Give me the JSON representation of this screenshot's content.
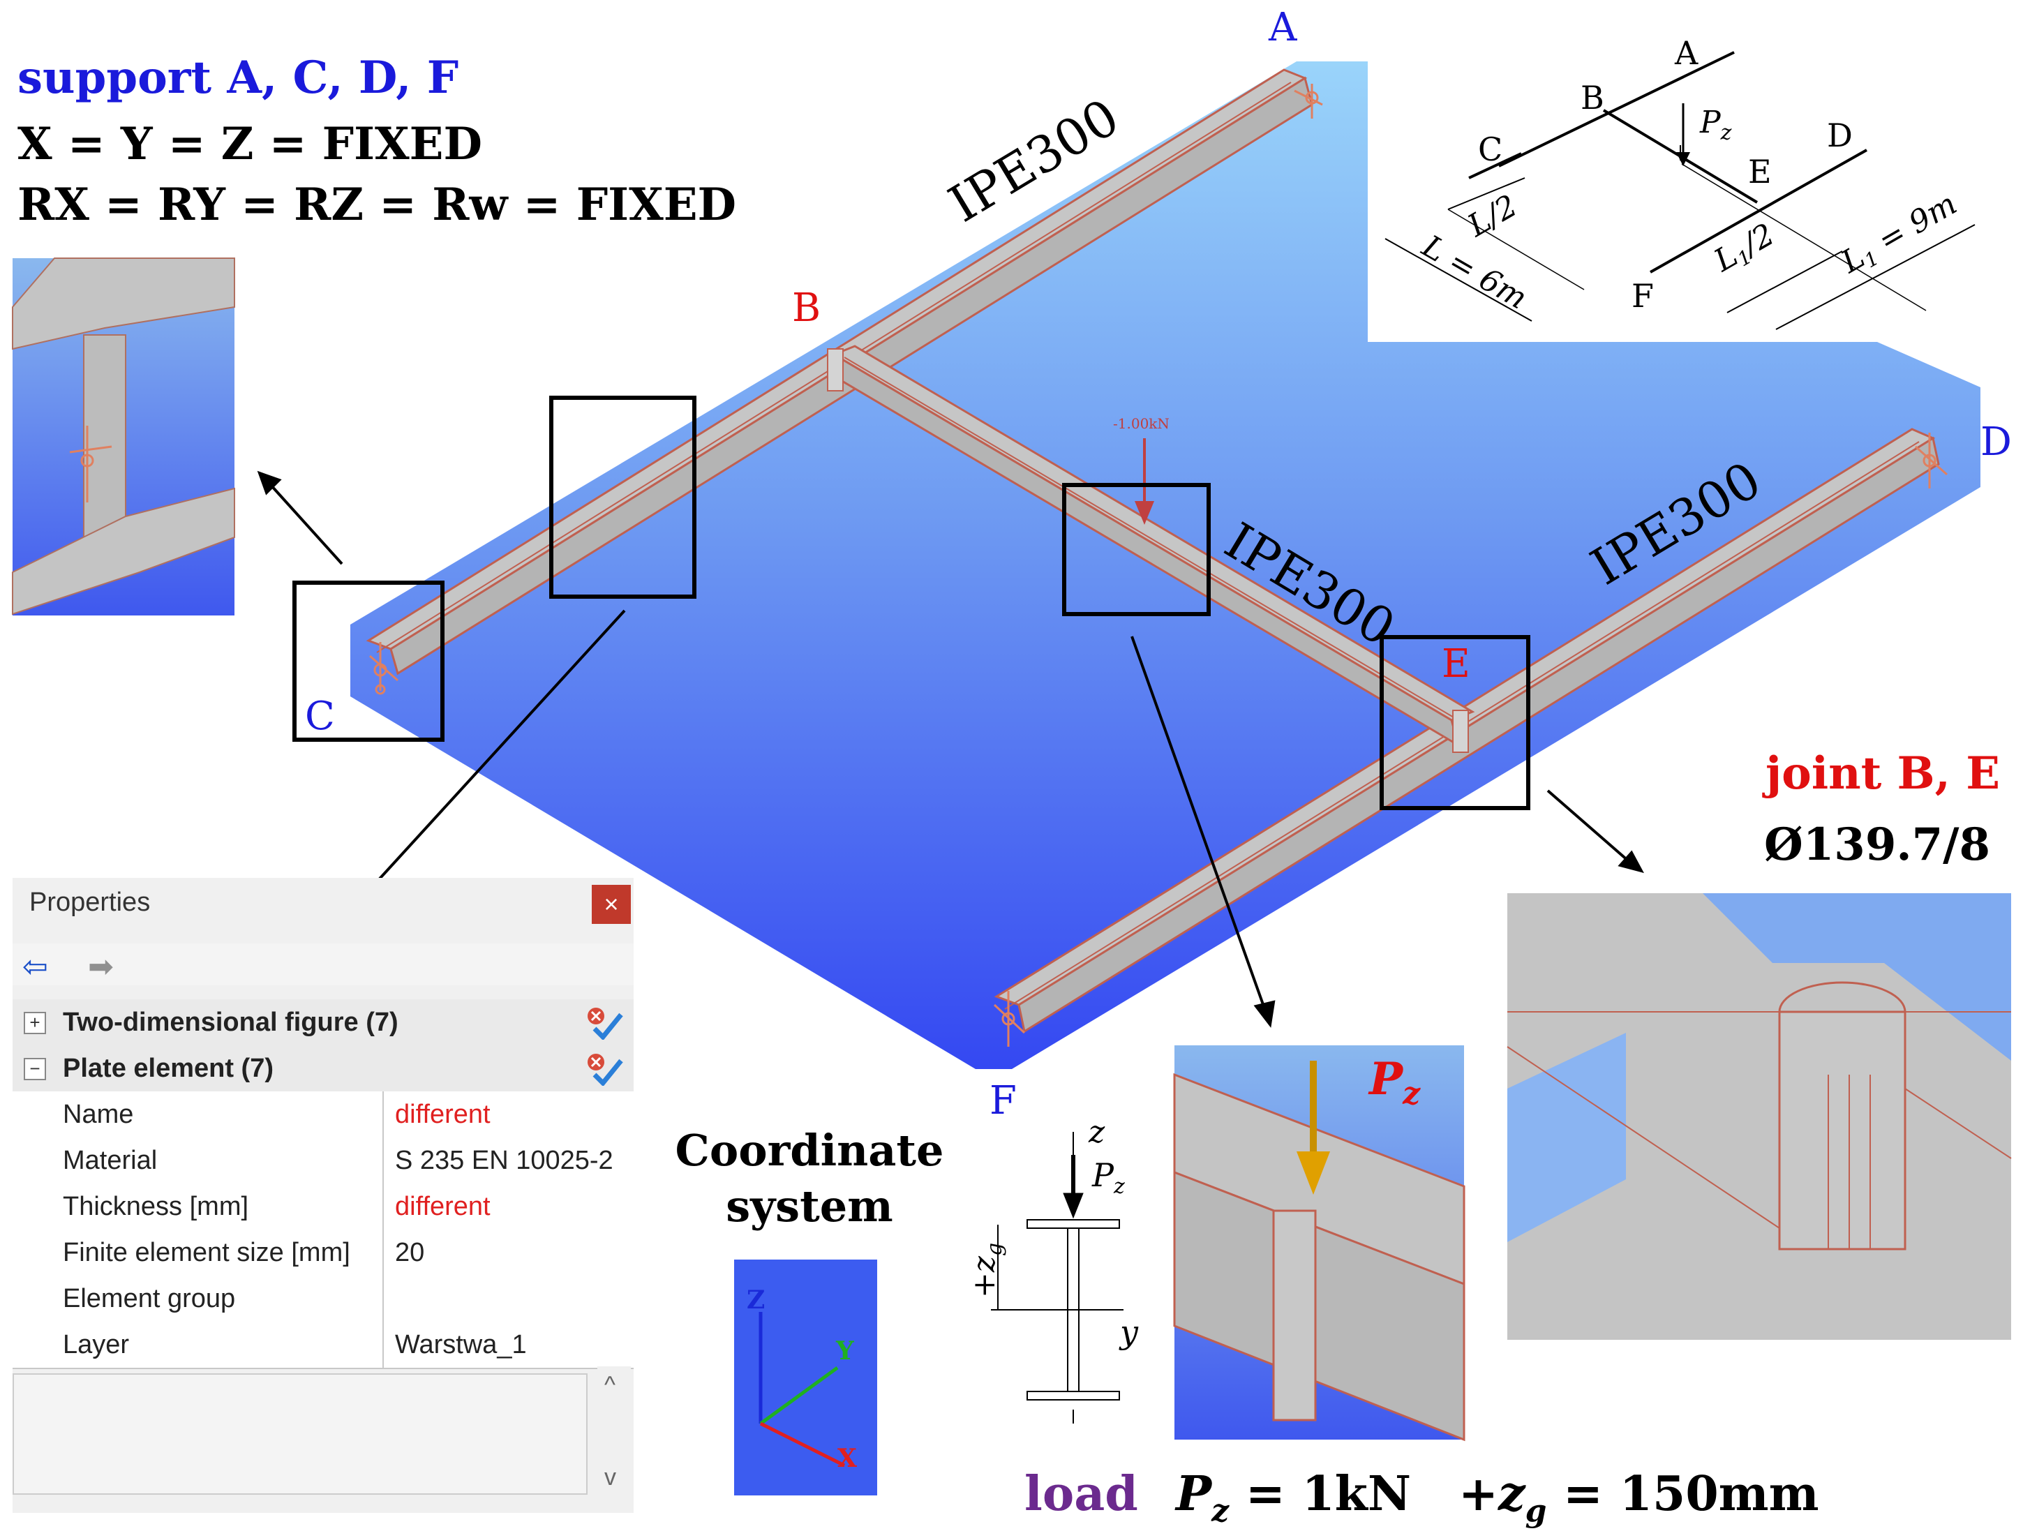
{
  "support": {
    "title": "support A, C, D, F",
    "line1": "X = Y = Z = FIXED",
    "line2": "RX = RY = RZ = Rw = FIXED"
  },
  "nodes": {
    "A": "A",
    "B": "B",
    "C": "C",
    "D": "D",
    "E": "E",
    "F": "F"
  },
  "beam_labels": [
    "IPE300",
    "IPE300",
    "IPE300"
  ],
  "load_arrow_label": "-1.00kN",
  "schematic": {
    "A": "A",
    "B": "B",
    "C": "C",
    "D": "D",
    "E": "E",
    "F": "F",
    "Pz": "P",
    "Pz_sub": "z",
    "L_half": "L/2",
    "L": "L = 6m",
    "L1_half": "L",
    "L1_half_sub": "1",
    "L1_half_tail": "/2",
    "L1": "L",
    "L1_sub": "1",
    "L1_tail": " = 9m"
  },
  "joint": {
    "title": "joint B, E",
    "spec": "Ø139.7/8"
  },
  "properties": {
    "title": "Properties",
    "close": "×",
    "back_icon": "⇦",
    "forward_icon": "➡",
    "groups": [
      {
        "expander": "+",
        "label": "Two-dimensional figure (7)"
      },
      {
        "expander": "−",
        "label": "Plate element (7)"
      }
    ],
    "rows": [
      {
        "key": "Name",
        "value": "different",
        "highlight": true
      },
      {
        "key": "Material",
        "value": "S 235 EN 10025-2",
        "highlight": false
      },
      {
        "key": "Thickness [mm]",
        "value": "different",
        "highlight": true
      },
      {
        "key": "Finite element size [mm]",
        "value": "20",
        "highlight": false
      },
      {
        "key": "Element group",
        "value": "",
        "highlight": false
      },
      {
        "key": "Layer",
        "value": "Warstwa_1",
        "highlight": false
      }
    ],
    "scroll_up": "^",
    "scroll_down": "v"
  },
  "coordinate": {
    "title1": "Coordinate",
    "title2": "system",
    "z": "Z",
    "y": "Y",
    "x": "X"
  },
  "section": {
    "z": "z",
    "Pz": "P",
    "Pz_sub": "z",
    "zg": "+z",
    "zg_sub": "g",
    "y": "y"
  },
  "load_detail": {
    "Pz": "P",
    "Pz_sub": "z"
  },
  "load_caption": {
    "word": "load",
    "pz": "P",
    "pz_sub": "z",
    "pz_value": " = 1kN",
    "zg": "+z",
    "zg_sub": "g",
    "zg_value": " = 150mm"
  },
  "colors": {
    "blue_text": "#1a1adb",
    "red_text": "#e01010",
    "purple_text": "#6b2a8e",
    "plate_top": "#8cc8f4",
    "plate_bottom": "#3a5cf0",
    "beam": "#c4c4c4",
    "beam_edge": "#c06050",
    "load_arrow": "#e0a000"
  }
}
